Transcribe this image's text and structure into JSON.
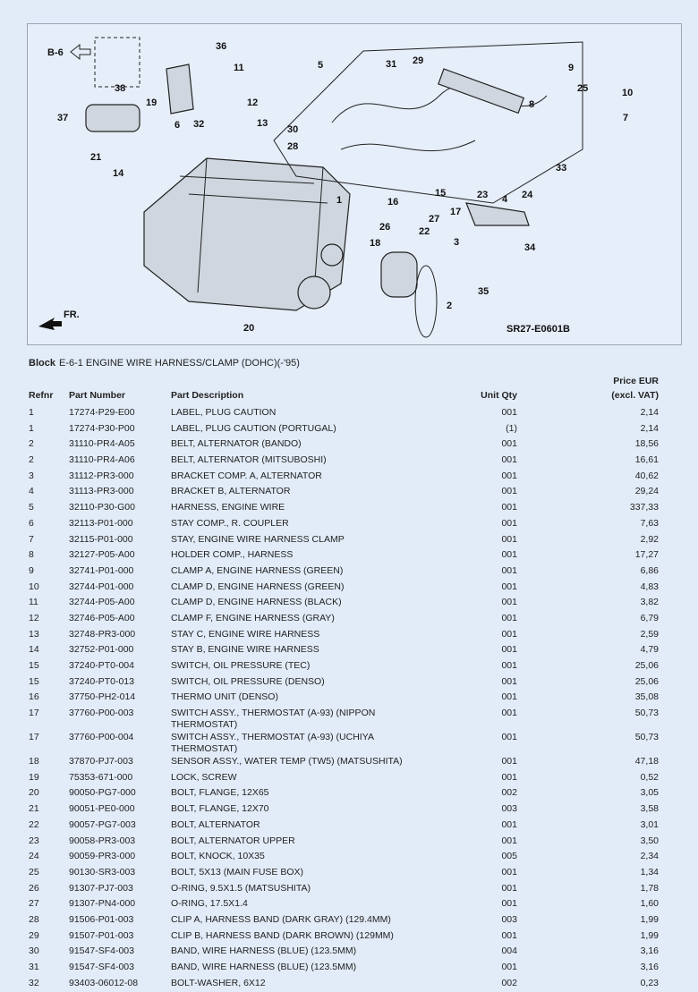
{
  "diagram": {
    "ref_code": "SR27-E0601B",
    "direction_label": "FR.",
    "see_block": "B-6",
    "callouts": [
      "1",
      "2",
      "3",
      "4",
      "5",
      "6",
      "7",
      "8",
      "9",
      "10",
      "11",
      "12",
      "13",
      "14",
      "15",
      "16",
      "17",
      "18",
      "19",
      "20",
      "21",
      "22",
      "23",
      "24",
      "25",
      "26",
      "27",
      "28",
      "29",
      "30",
      "31",
      "32",
      "33",
      "34",
      "35",
      "36",
      "37",
      "38"
    ]
  },
  "block": {
    "label": "Block",
    "title": "E-6-1 ENGINE WIRE HARNESS/CLAMP (DOHC)(-'95)"
  },
  "table": {
    "headers": {
      "refnr": "Refnr",
      "part_number": "Part Number",
      "description": "Part Description",
      "unit_qty": "Unit Qty",
      "price_line1": "Price EUR",
      "price_line2": "(excl. VAT)"
    },
    "rows": [
      {
        "ref": "1",
        "pn": "17274-P29-E00",
        "desc": "LABEL, PLUG CAUTION",
        "qty": "001",
        "price": "2,14"
      },
      {
        "ref": "1",
        "pn": "17274-P30-P00",
        "desc": "LABEL, PLUG CAUTION (PORTUGAL)",
        "qty": "(1)",
        "price": "2,14"
      },
      {
        "ref": "2",
        "pn": "31110-PR4-A05",
        "desc": "BELT, ALTERNATOR (BANDO)",
        "qty": "001",
        "price": "18,56"
      },
      {
        "ref": "2",
        "pn": "31110-PR4-A06",
        "desc": "BELT, ALTERNATOR (MITSUBOSHI)",
        "qty": "001",
        "price": "16,61"
      },
      {
        "ref": "3",
        "pn": "31112-PR3-000",
        "desc": "BRACKET COMP. A, ALTERNATOR",
        "qty": "001",
        "price": "40,62"
      },
      {
        "ref": "4",
        "pn": "31113-PR3-000",
        "desc": "BRACKET B, ALTERNATOR",
        "qty": "001",
        "price": "29,24"
      },
      {
        "ref": "5",
        "pn": "32110-P30-G00",
        "desc": "HARNESS, ENGINE WIRE",
        "qty": "001",
        "price": "337,33"
      },
      {
        "ref": "6",
        "pn": "32113-P01-000",
        "desc": "STAY COMP., R. COUPLER",
        "qty": "001",
        "price": "7,63"
      },
      {
        "ref": "7",
        "pn": "32115-P01-000",
        "desc": "STAY, ENGINE WIRE HARNESS CLAMP",
        "qty": "001",
        "price": "2,92"
      },
      {
        "ref": "8",
        "pn": "32127-P05-A00",
        "desc": "HOLDER COMP., HARNESS",
        "qty": "001",
        "price": "17,27"
      },
      {
        "ref": "9",
        "pn": "32741-P01-000",
        "desc": "CLAMP A, ENGINE HARNESS (GREEN)",
        "qty": "001",
        "price": "6,86"
      },
      {
        "ref": "10",
        "pn": "32744-P01-000",
        "desc": "CLAMP D, ENGINE HARNESS (GREEN)",
        "qty": "001",
        "price": "4,83"
      },
      {
        "ref": "11",
        "pn": "32744-P05-A00",
        "desc": "CLAMP D, ENGINE HARNESS (BLACK)",
        "qty": "001",
        "price": "3,82"
      },
      {
        "ref": "12",
        "pn": "32746-P05-A00",
        "desc": "CLAMP F, ENGINE HARNESS (GRAY)",
        "qty": "001",
        "price": "6,79"
      },
      {
        "ref": "13",
        "pn": "32748-PR3-000",
        "desc": "STAY C, ENGINE WIRE HARNESS",
        "qty": "001",
        "price": "2,59"
      },
      {
        "ref": "14",
        "pn": "32752-P01-000",
        "desc": "STAY B, ENGINE WIRE HARNESS",
        "qty": "001",
        "price": "4,79"
      },
      {
        "ref": "15",
        "pn": "37240-PT0-004",
        "desc": "SWITCH, OIL PRESSURE (TEC)",
        "qty": "001",
        "price": "25,06"
      },
      {
        "ref": "15",
        "pn": "37240-PT0-013",
        "desc": "SWITCH, OIL PRESSURE (DENSO)",
        "qty": "001",
        "price": "25,06"
      },
      {
        "ref": "16",
        "pn": "37750-PH2-014",
        "desc": "THERMO UNIT (DENSO)",
        "qty": "001",
        "price": "35,08"
      },
      {
        "ref": "17",
        "pn": "37760-P00-003",
        "desc": "SWITCH ASSY., THERMOSTAT (A-93) (NIPPON THERMOSTAT)",
        "qty": "001",
        "price": "50,73"
      },
      {
        "ref": "17",
        "pn": "37760-P00-004",
        "desc": "SWITCH ASSY., THERMOSTAT (A-93) (UCHIYA THERMOSTAT)",
        "qty": "001",
        "price": "50,73"
      },
      {
        "ref": "18",
        "pn": "37870-PJ7-003",
        "desc": "SENSOR ASSY., WATER TEMP (TW5) (MATSUSHITA)",
        "qty": "001",
        "price": "47,18"
      },
      {
        "ref": "19",
        "pn": "75353-671-000",
        "desc": "LOCK, SCREW",
        "qty": "001",
        "price": "0,52"
      },
      {
        "ref": "20",
        "pn": "90050-PG7-000",
        "desc": "BOLT, FLANGE, 12X65",
        "qty": "002",
        "price": "3,05"
      },
      {
        "ref": "21",
        "pn": "90051-PE0-000",
        "desc": "BOLT, FLANGE, 12X70",
        "qty": "003",
        "price": "3,58"
      },
      {
        "ref": "22",
        "pn": "90057-PG7-003",
        "desc": "BOLT, ALTERNATOR",
        "qty": "001",
        "price": "3,01"
      },
      {
        "ref": "23",
        "pn": "90058-PR3-003",
        "desc": "BOLT, ALTERNATOR UPPER",
        "qty": "001",
        "price": "3,50"
      },
      {
        "ref": "24",
        "pn": "90059-PR3-000",
        "desc": "BOLT, KNOCK, 10X35",
        "qty": "005",
        "price": "2,34"
      },
      {
        "ref": "25",
        "pn": "90130-SR3-003",
        "desc": "BOLT, 5X13 (MAIN FUSE BOX)",
        "qty": "001",
        "price": "1,34"
      },
      {
        "ref": "26",
        "pn": "91307-PJ7-003",
        "desc": "O-RING, 9.5X1.5 (MATSUSHITA)",
        "qty": "001",
        "price": "1,78"
      },
      {
        "ref": "27",
        "pn": "91307-PN4-000",
        "desc": "O-RING, 17.5X1.4",
        "qty": "001",
        "price": "1,60"
      },
      {
        "ref": "28",
        "pn": "91506-P01-003",
        "desc": "CLIP A, HARNESS BAND (DARK GRAY) (129.4MM)",
        "qty": "003",
        "price": "1,99"
      },
      {
        "ref": "29",
        "pn": "91507-P01-003",
        "desc": "CLIP B, HARNESS BAND (DARK BROWN) (129MM)",
        "qty": "001",
        "price": "1,99"
      },
      {
        "ref": "30",
        "pn": "91547-SF4-003",
        "desc": "BAND, WIRE HARNESS (BLUE) (123.5MM)",
        "qty": "004",
        "price": "3,16"
      },
      {
        "ref": "31",
        "pn": "91547-SF4-003",
        "desc": "BAND, WIRE HARNESS (BLUE) (123.5MM)",
        "qty": "001",
        "price": "3,16"
      },
      {
        "ref": "32",
        "pn": "93403-06012-08",
        "desc": "BOLT-WASHER, 6X12",
        "qty": "002",
        "price": "0,23"
      }
    ]
  }
}
